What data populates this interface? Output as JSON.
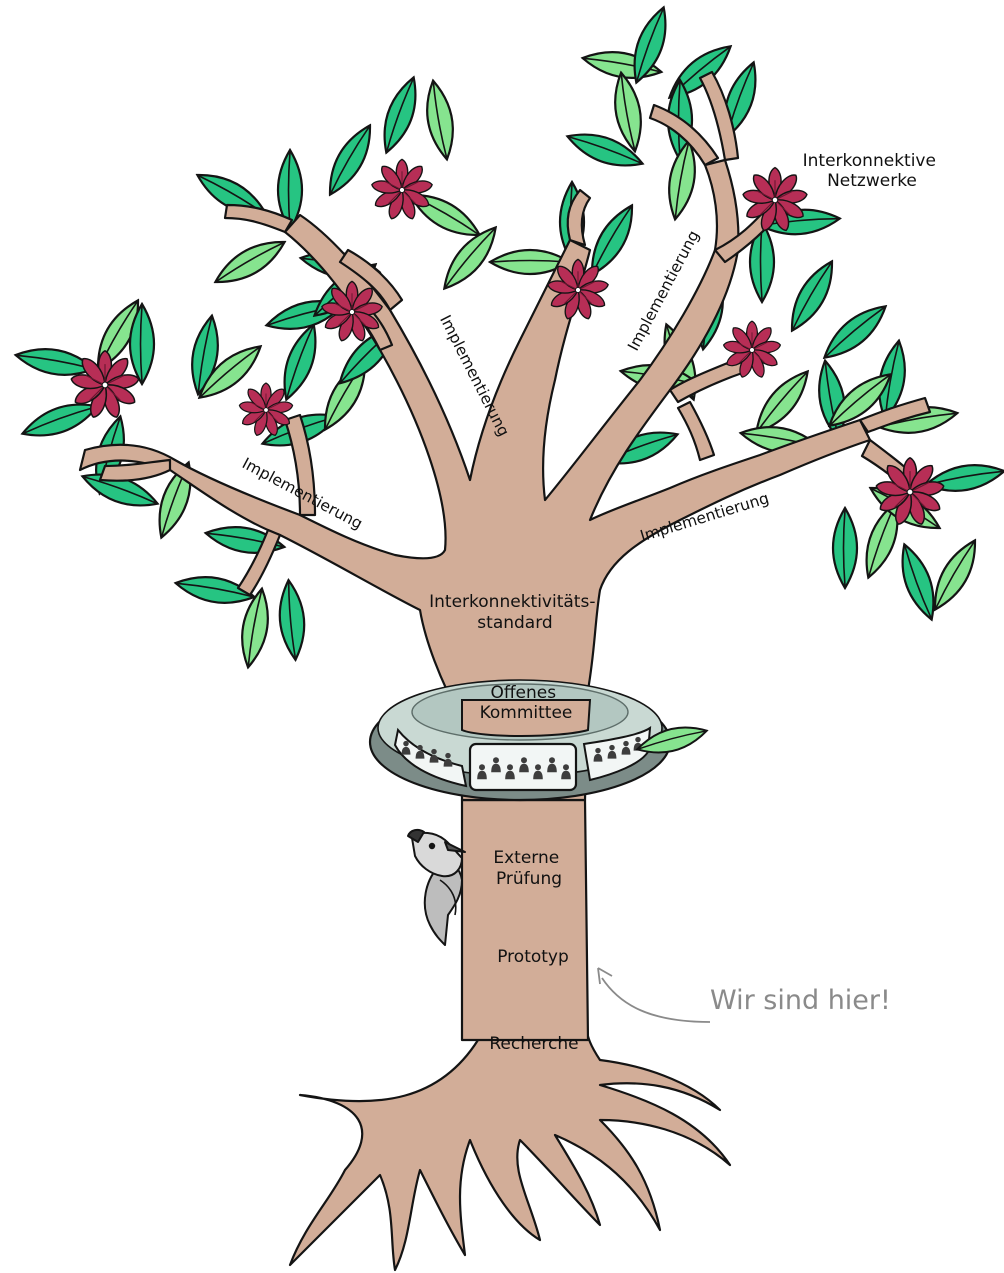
{
  "diagram": {
    "top_label": [
      "Interkonnektive",
      "Netzwerke"
    ],
    "branch_label": "Implementierung",
    "trunk": {
      "standard": [
        "Interkonnektivitäts-",
        "standard"
      ],
      "committee": [
        "Offenes",
        "Kommittee"
      ],
      "review": [
        "Externe",
        "Prüfung"
      ],
      "prototype": "Prototyp",
      "research": "Recherche"
    },
    "marker": "Wir sind hier!"
  },
  "colors": {
    "bark": "#d2ad98",
    "leaf_dark": "#26c482",
    "leaf_light": "#86e48f",
    "flower": "#b72e56",
    "ring_outer": "#7c8c88",
    "ring_inner": "#b3c7c1",
    "outline": "#141414",
    "marker": "#8a8a8a"
  },
  "icons": [
    "woodpecker-icon",
    "people-icon"
  ]
}
